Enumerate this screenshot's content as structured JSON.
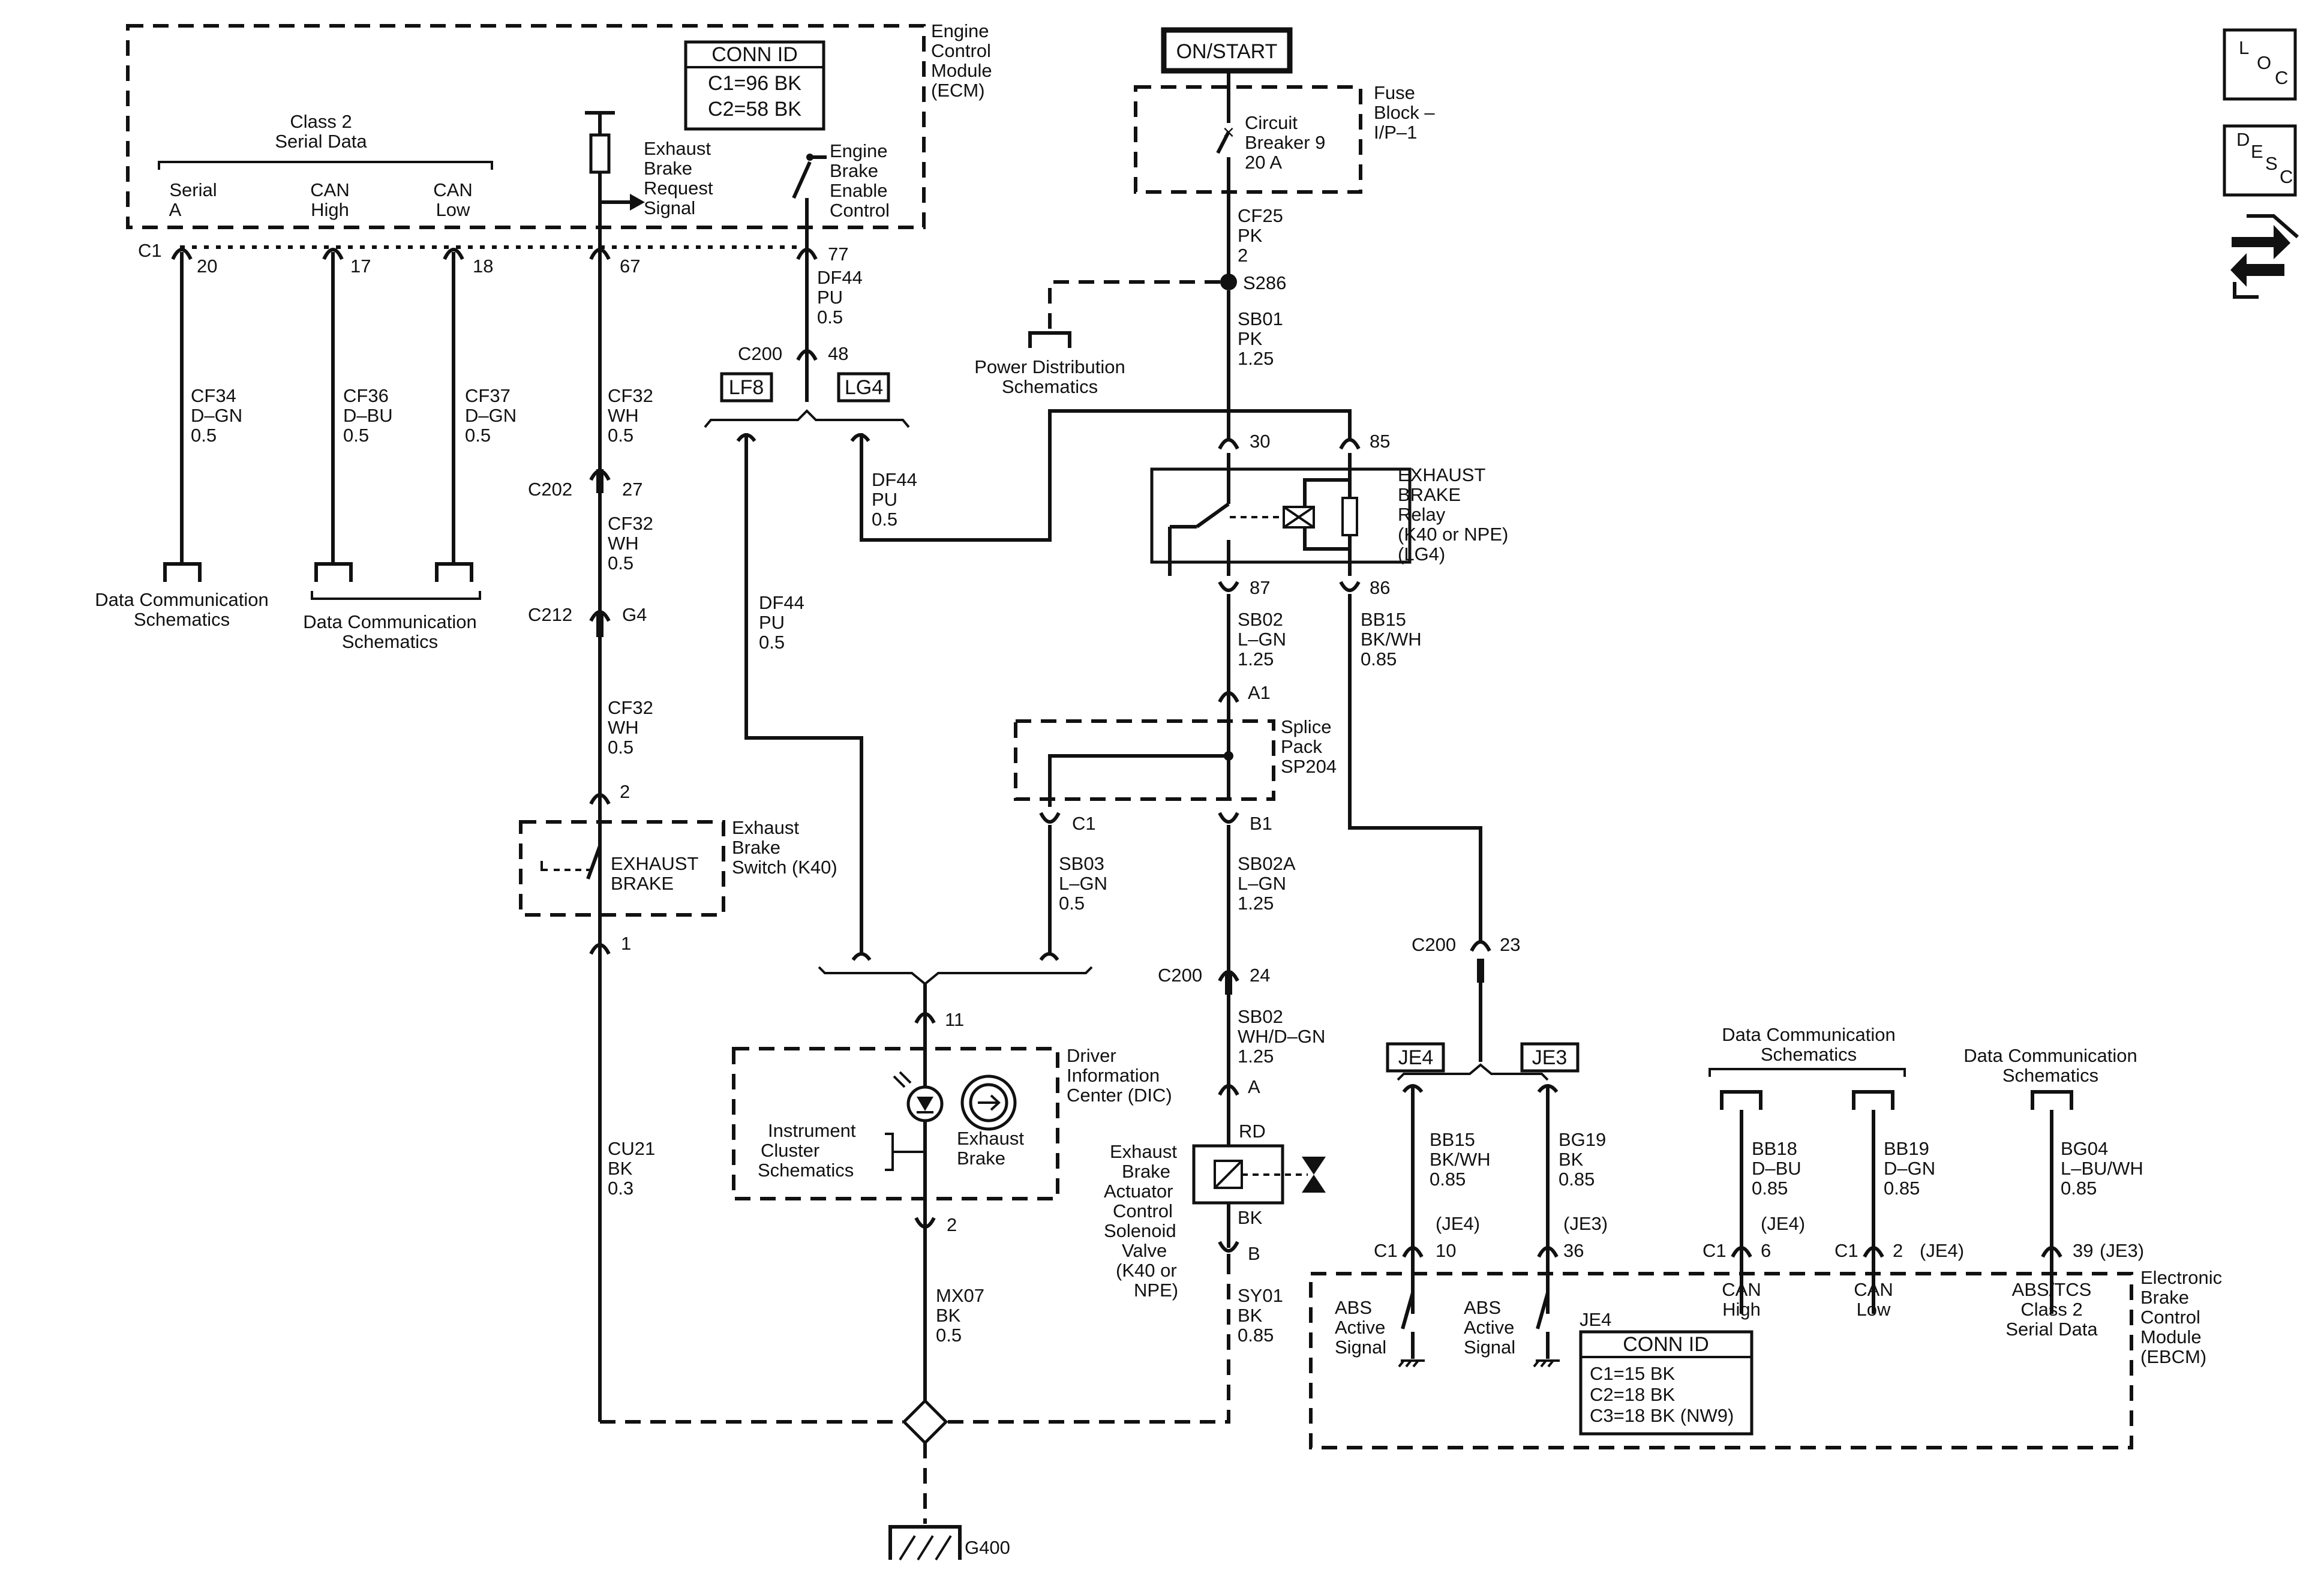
{
  "ecm": {
    "name": [
      "Engine",
      "Control",
      "Module",
      "(ECM)"
    ],
    "conn_title": "CONN ID",
    "conn": [
      "C1=96 BK",
      "C2=58 BK"
    ],
    "class2": [
      "Class 2",
      "Serial Data"
    ],
    "pins": [
      {
        "label": [
          "Serial",
          "A"
        ],
        "pin": "20"
      },
      {
        "label": [
          "CAN",
          "High"
        ],
        "pin": "17"
      },
      {
        "label": [
          "CAN",
          "Low"
        ],
        "pin": "18"
      }
    ],
    "c1": "C1",
    "exhaust_req": [
      "Exhaust",
      "Brake",
      "Request",
      "Signal"
    ],
    "exhaust_req_pin": "67",
    "enable": [
      "Engine",
      "Brake",
      "Enable",
      "Control"
    ],
    "enable_pin": "77"
  },
  "wires": {
    "cf34": [
      "CF34",
      "D–GN",
      "0.5"
    ],
    "cf36": [
      "CF36",
      "D–BU",
      "0.5"
    ],
    "cf37": [
      "CF37",
      "D–GN",
      "0.5"
    ],
    "cf32a": [
      "CF32",
      "WH",
      "0.5"
    ],
    "cf32b": [
      "CF32",
      "WH",
      "0.5"
    ],
    "cf32c": [
      "CF32",
      "WH",
      "0.5"
    ],
    "df44a": [
      "DF44",
      "PU",
      "0.5"
    ],
    "df44b": [
      "DF44",
      "PU",
      "0.5"
    ],
    "df44c": [
      "DF44",
      "PU",
      "0.5"
    ],
    "cu21": [
      "CU21",
      "BK",
      "0.3"
    ],
    "mx07": [
      "MX07",
      "BK",
      "0.5"
    ],
    "cf25": [
      "CF25",
      "PK",
      "2"
    ],
    "sb01": [
      "SB01",
      "PK",
      "1.25"
    ],
    "sb02a": [
      "SB02",
      "L–GN",
      "1.25"
    ],
    "bb15a": [
      "BB15",
      "BK/WH",
      "0.85"
    ],
    "sb03": [
      "SB03",
      "L–GN",
      "0.5"
    ],
    "sb02b": [
      "SB02A",
      "L–GN",
      "1.25"
    ],
    "sb02c": [
      "SB02",
      "WH/D–GN",
      "1.25"
    ],
    "sy01": [
      "SY01",
      "BK",
      "0.85"
    ],
    "bb15b": [
      "BB15",
      "BK/WH",
      "0.85"
    ],
    "bg19": [
      "BG19",
      "BK",
      "0.85"
    ],
    "bb18": [
      "BB18",
      "D–BU",
      "0.85"
    ],
    "bb19": [
      "BB19",
      "D–GN",
      "0.85"
    ],
    "bg04": [
      "BG04",
      "L–BU/WH",
      "0.85"
    ]
  },
  "connectors": {
    "c202": "C202",
    "c202_pin": "27",
    "c212": "C212",
    "c212_pin": "G4",
    "c200_top": "C200",
    "c200_top_pin": "48",
    "sw_top_pin": "2",
    "sw_bot_pin": "1",
    "dic_top_pin": "11",
    "dic_bot_pin": "2",
    "relay_30": "30",
    "relay_85": "85",
    "relay_87": "87",
    "relay_86": "86",
    "a1": "A1",
    "b1": "B1",
    "c1": "C1",
    "c200_mid": "C200",
    "c200_mid_pin": "24",
    "c200_right": "C200",
    "c200_right_pin": "23",
    "valve_a": "A",
    "valve_b": "B",
    "rd": "RD",
    "bk": "BK",
    "s286": "S286"
  },
  "options": {
    "lf8": "LF8",
    "lg4": "LG4",
    "je4": "JE4",
    "je3": "JE3"
  },
  "dcs": [
    "Data Communication",
    "Schematics"
  ],
  "dcs2": [
    "Data Communication",
    "Schematics"
  ],
  "dcs3": [
    "Data Communication",
    "Schematics"
  ],
  "dcs4": [
    "Data Communication",
    "Schematics"
  ],
  "on_start": "ON/START",
  "fuse": {
    "block": [
      "Fuse",
      "Block –",
      "I/P–1"
    ],
    "breaker": [
      "Circuit",
      "Breaker 9",
      "20 A"
    ]
  },
  "power_dist": [
    "Power Distribution",
    "Schematics"
  ],
  "relay": [
    "EXHAUST",
    "BRAKE",
    "Relay",
    "(K40 or NPE)",
    "(LG4)"
  ],
  "splice": [
    "Splice",
    "Pack",
    "SP204"
  ],
  "switch": {
    "name": [
      "Exhaust",
      "Brake",
      "Switch (K40)"
    ],
    "label": [
      "EXHAUST",
      "BRAKE"
    ]
  },
  "dic": {
    "name": [
      "Driver",
      "Information",
      "Center (DIC)"
    ],
    "ic": [
      "Instrument",
      "Cluster",
      "Schematics"
    ],
    "exhaust": [
      "Exhaust",
      "Brake"
    ]
  },
  "valve": [
    "Exhaust",
    "Brake",
    "Actuator",
    "Control",
    "Solenoid",
    "Valve",
    "(K40 or",
    "NPE)"
  ],
  "ground": "G400",
  "ebcm": {
    "name": [
      "Electronic",
      "Brake",
      "Control",
      "Module",
      "(EBCM)"
    ],
    "conn_title": "CONN ID",
    "conn": [
      "C1=15 BK",
      "C2=18 BK",
      "C3=18 BK (NW9)"
    ],
    "je4": "JE4",
    "abs1": [
      "ABS",
      "Active",
      "Signal"
    ],
    "abs2": [
      "ABS",
      "Active",
      "Signal"
    ],
    "can_high": [
      "CAN",
      "High"
    ],
    "can_low": [
      "CAN",
      "Low"
    ],
    "abs_tcs": [
      "ABS/TCS",
      "Class 2",
      "Serial Data"
    ],
    "pins": [
      {
        "conn": "C1",
        "opt": "(JE4)",
        "pin": "10"
      },
      {
        "conn": "",
        "opt": "(JE3)",
        "pin": "36"
      },
      {
        "conn": "C1",
        "opt": "(JE4)",
        "pin": "6"
      },
      {
        "conn": "C1",
        "opt": "(JE4)",
        "pin": "2"
      },
      {
        "conn": "",
        "opt": "(JE3)",
        "pin": "39"
      }
    ]
  },
  "side_icons": {
    "loc": [
      "L",
      "O",
      "C"
    ],
    "desc": [
      "D",
      "E",
      "S",
      "C"
    ],
    "nav_icon": "navigation-arrows-icon"
  }
}
